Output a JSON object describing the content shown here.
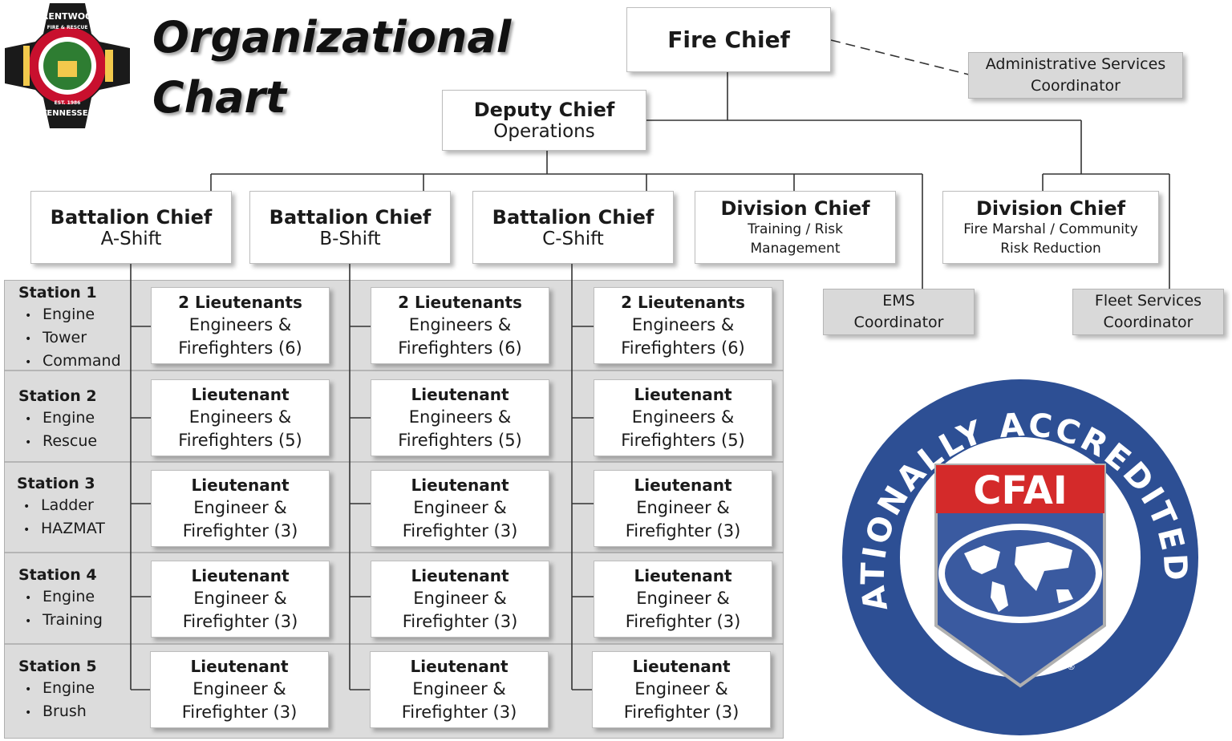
{
  "header": {
    "title_line1": "Organizational",
    "title_line2": "Chart"
  },
  "logo": {
    "text_top": "BRENTWOOD",
    "text_sub": "FIRE & RESCUE",
    "text_est": "EST. 1986",
    "text_bottom": "TENNESSEE",
    "colors": {
      "cross": "#1a1a1a",
      "inner": "#c8102e",
      "accent": "#2e7d32"
    }
  },
  "chart": {
    "fire_chief": "Fire Chief",
    "admin": {
      "line1": "Administrative Services",
      "line2": "Coordinator"
    },
    "deputy": {
      "title": "Deputy Chief",
      "sub": "Operations"
    },
    "battalions": [
      {
        "title": "Battalion Chief",
        "sub": "A-Shift"
      },
      {
        "title": "Battalion Chief",
        "sub": "B-Shift"
      },
      {
        "title": "Battalion Chief",
        "sub": "C-Shift"
      }
    ],
    "division_training": {
      "title": "Division Chief",
      "line1": "Training / Risk",
      "line2": "Management"
    },
    "division_marshal": {
      "title": "Division Chief",
      "line1": "Fire Marshal / Community",
      "line2": "Risk Reduction"
    },
    "ems": {
      "line1": "EMS",
      "line2": "Coordinator"
    },
    "fleet": {
      "line1": "Fleet Services",
      "line2": "Coordinator"
    }
  },
  "stations": [
    {
      "name": "Station 1",
      "items": [
        "Engine",
        "Tower",
        "Command"
      ],
      "crew": {
        "head": "2 Lieutenants",
        "line1": "Engineers &",
        "line2": "Firefighters (6)"
      }
    },
    {
      "name": "Station 2",
      "items": [
        "Engine",
        "Rescue"
      ],
      "crew": {
        "head": "Lieutenant",
        "line1": "Engineers &",
        "line2": "Firefighters (5)"
      }
    },
    {
      "name": "Station 3",
      "items": [
        "Ladder",
        "HAZMAT"
      ],
      "crew": {
        "head": "Lieutenant",
        "line1": "Engineer &",
        "line2": "Firefighter (3)"
      }
    },
    {
      "name": "Station 4",
      "items": [
        "Engine",
        "Training"
      ],
      "crew": {
        "head": "Lieutenant",
        "line1": "Engineer &",
        "line2": "Firefighter (3)"
      }
    },
    {
      "name": "Station 5",
      "items": [
        "Engine",
        "Brush"
      ],
      "crew": {
        "head": "Lieutenant",
        "line1": "Engineer &",
        "line2": "Firefighter (3)"
      }
    }
  ],
  "seal": {
    "ring_text": "INTERNATIONALLY ACCREDITED AGENCY",
    "badge_text": "CFAI",
    "registered": "®",
    "colors": {
      "ring": "#2d4f94",
      "band": "#d42a2a",
      "shield": "#3a5aa0"
    }
  }
}
